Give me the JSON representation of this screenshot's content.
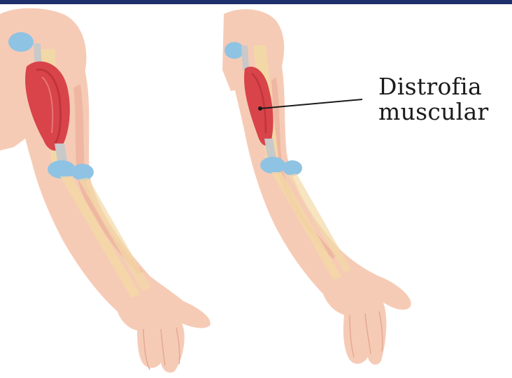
{
  "colors": {
    "banner": "#1f2f6b",
    "skin": "#f6cbb6",
    "skin_shade": "#eaa891",
    "muscle": "#d8444a",
    "muscle_dark": "#b72f36",
    "tendon": "#c9c9c9",
    "bone": "#f3d8a7",
    "cartilage": "#8fc3e3",
    "pointer_line": "#1b1b1b"
  },
  "illustration": {
    "left_figure": "healthy-arm",
    "right_figure": "arm-with-atrophied-biceps"
  },
  "annotation": {
    "line1": "Distrofia",
    "line2": "muscular"
  }
}
